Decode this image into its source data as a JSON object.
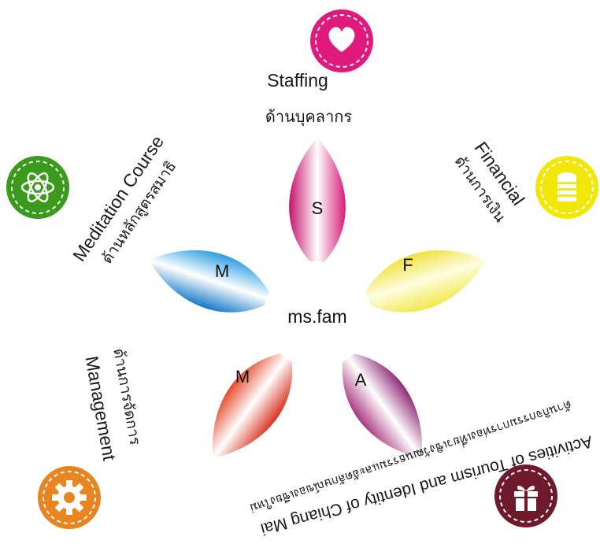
{
  "center": {
    "label": "ms.fam"
  },
  "colors": {
    "staffing": "#e0197d",
    "financial": "#f1e80a",
    "activities": "#6e1a2a",
    "management": "#e98520",
    "meditation": "#3a9a1c"
  },
  "petals": [
    {
      "letter": "S",
      "color": "#d81b78"
    },
    {
      "letter": "F",
      "color": "#f2e84a"
    },
    {
      "letter": "A",
      "color": "#9a2f7e"
    },
    {
      "letter": "M",
      "color": "#e23a26"
    },
    {
      "letter": "M",
      "color": "#1f8fd4"
    }
  ],
  "sections": {
    "staffing": {
      "en": "Staffing",
      "th": "ด้านบุคลากร",
      "icon": "heart-icon"
    },
    "financial": {
      "en": "Financial",
      "th": "ด้านการเงิน",
      "icon": "coin-stack-icon"
    },
    "activities": {
      "en": "Activities of Tourism and Identity of Chiang Mai",
      "th": "ด้านกิจกรรมการท่องเที่ยวเชิงวัฒนธรรมและอัตลักษณ์ของเชียงใหม่",
      "icon": "gift-icon"
    },
    "management": {
      "en": "Management",
      "th": "ด้านการจัดการ",
      "icon": "gear-icon"
    },
    "meditation": {
      "en": "Meditation Course",
      "th": "ด้านหลักสูตรสมาธิ",
      "icon": "atom-icon"
    }
  }
}
